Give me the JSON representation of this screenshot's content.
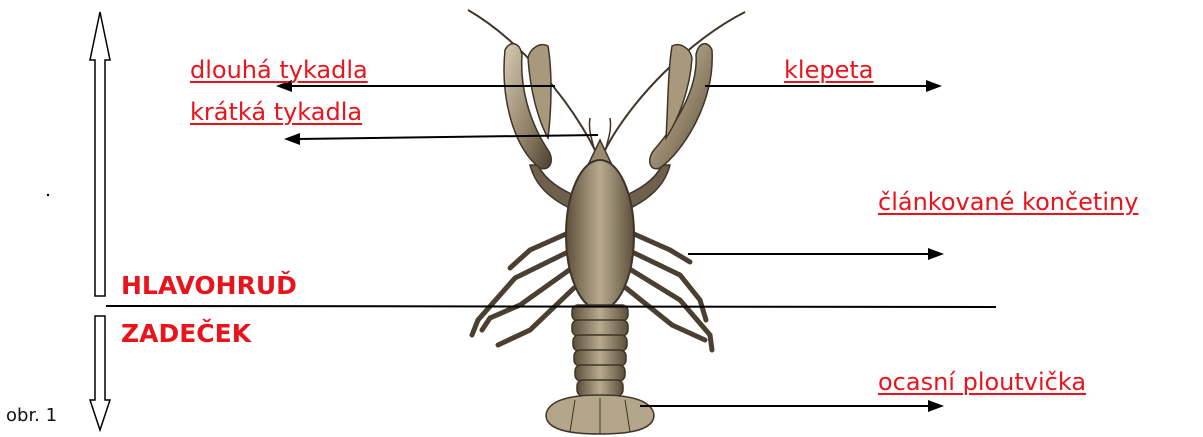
{
  "labels": {
    "long_antennae": "dlouhá tykadla",
    "short_antennae": "krátká tykadla",
    "claws": "klepeta",
    "legs": "článkované končetiny",
    "tail_fin": "ocasní ploutvička"
  },
  "sections": {
    "cephalothorax": "HLAVOHRUĎ",
    "abdomen": "ZADEČEK"
  },
  "caption": "obr. 1",
  "colors": {
    "label_red": "#e8141c",
    "line_black": "#000000",
    "crayfish_body": "#8a7a62",
    "crayfish_dark": "#3e3528",
    "crayfish_light": "#cfc2a8"
  },
  "illustration": "crayfish-ventral-view"
}
